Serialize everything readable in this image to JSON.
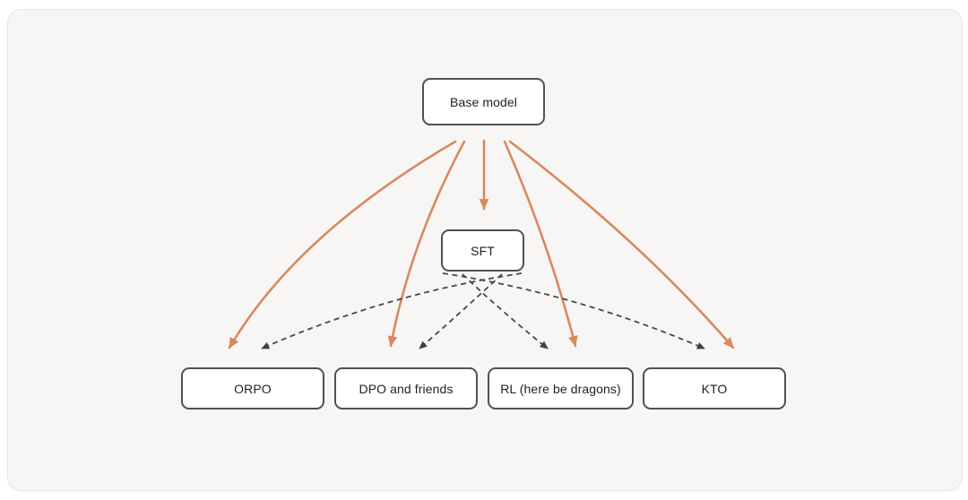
{
  "diagram": {
    "nodes": [
      {
        "id": "base",
        "label": "Base model"
      },
      {
        "id": "sft",
        "label": "SFT"
      },
      {
        "id": "orpo",
        "label": "ORPO"
      },
      {
        "id": "dpo",
        "label": "DPO and friends"
      },
      {
        "id": "rl",
        "label": "RL (here be dragons)"
      },
      {
        "id": "kto",
        "label": "KTO"
      }
    ],
    "edges": [
      {
        "from": "base",
        "to": "sft",
        "style": "solid-orange"
      },
      {
        "from": "base",
        "to": "orpo",
        "style": "solid-orange"
      },
      {
        "from": "base",
        "to": "dpo",
        "style": "solid-orange"
      },
      {
        "from": "base",
        "to": "rl",
        "style": "solid-orange"
      },
      {
        "from": "base",
        "to": "kto",
        "style": "solid-orange"
      },
      {
        "from": "sft",
        "to": "orpo",
        "style": "dashed-gray"
      },
      {
        "from": "sft",
        "to": "dpo",
        "style": "dashed-gray"
      },
      {
        "from": "sft",
        "to": "rl",
        "style": "dashed-gray"
      },
      {
        "from": "sft",
        "to": "kto",
        "style": "dashed-gray"
      }
    ],
    "colors": {
      "solid_edge": "#D8895F",
      "dashed_edge": "#45484C",
      "node_border": "#4D5156",
      "node_fill": "#FFFFFF",
      "canvas_bg": "#F7F6F4",
      "page_bg": "#FFFFFF",
      "text": "#1E1F22"
    }
  }
}
